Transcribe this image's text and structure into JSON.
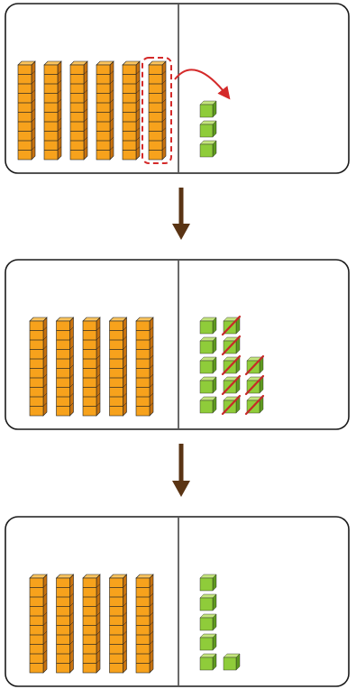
{
  "colors": {
    "ten_rod_face": "#f7a21c",
    "ten_rod_side": "#c8720e",
    "ten_rod_top": "#fbc45e",
    "unit_face": "#8fcc3a",
    "unit_side": "#5f9a1f",
    "unit_top": "#c4e57e",
    "outline": "#222222",
    "regroup_highlight": "#d42a2a",
    "cross_out": "#c62828",
    "flow_arrow": "#5a3414",
    "panel_border": "#1a1a1a"
  },
  "icons": {
    "ten_rod": "ten-rod-block-icon",
    "unit": "unit-cube-icon",
    "regroup_arrow": "curved-arrow-icon",
    "step_arrow": "down-arrow-icon",
    "cross_out": "diagonal-slash-icon"
  },
  "steps": [
    {
      "id": "start",
      "ten_rods": 6,
      "unit_cubes": 3,
      "ten_rod_highlighted": 6,
      "units_crossed_out": 0,
      "unit_columns": [
        3
      ]
    },
    {
      "id": "regrouped",
      "ten_rods": 5,
      "unit_cubes": 13,
      "ten_rod_highlighted": 0,
      "units_crossed_out": 8,
      "unit_columns": [
        5,
        5,
        3
      ]
    },
    {
      "id": "result",
      "ten_rods": 5,
      "unit_cubes": 6,
      "ten_rod_highlighted": 0,
      "units_crossed_out": 0,
      "unit_columns": [
        5,
        1
      ]
    }
  ]
}
